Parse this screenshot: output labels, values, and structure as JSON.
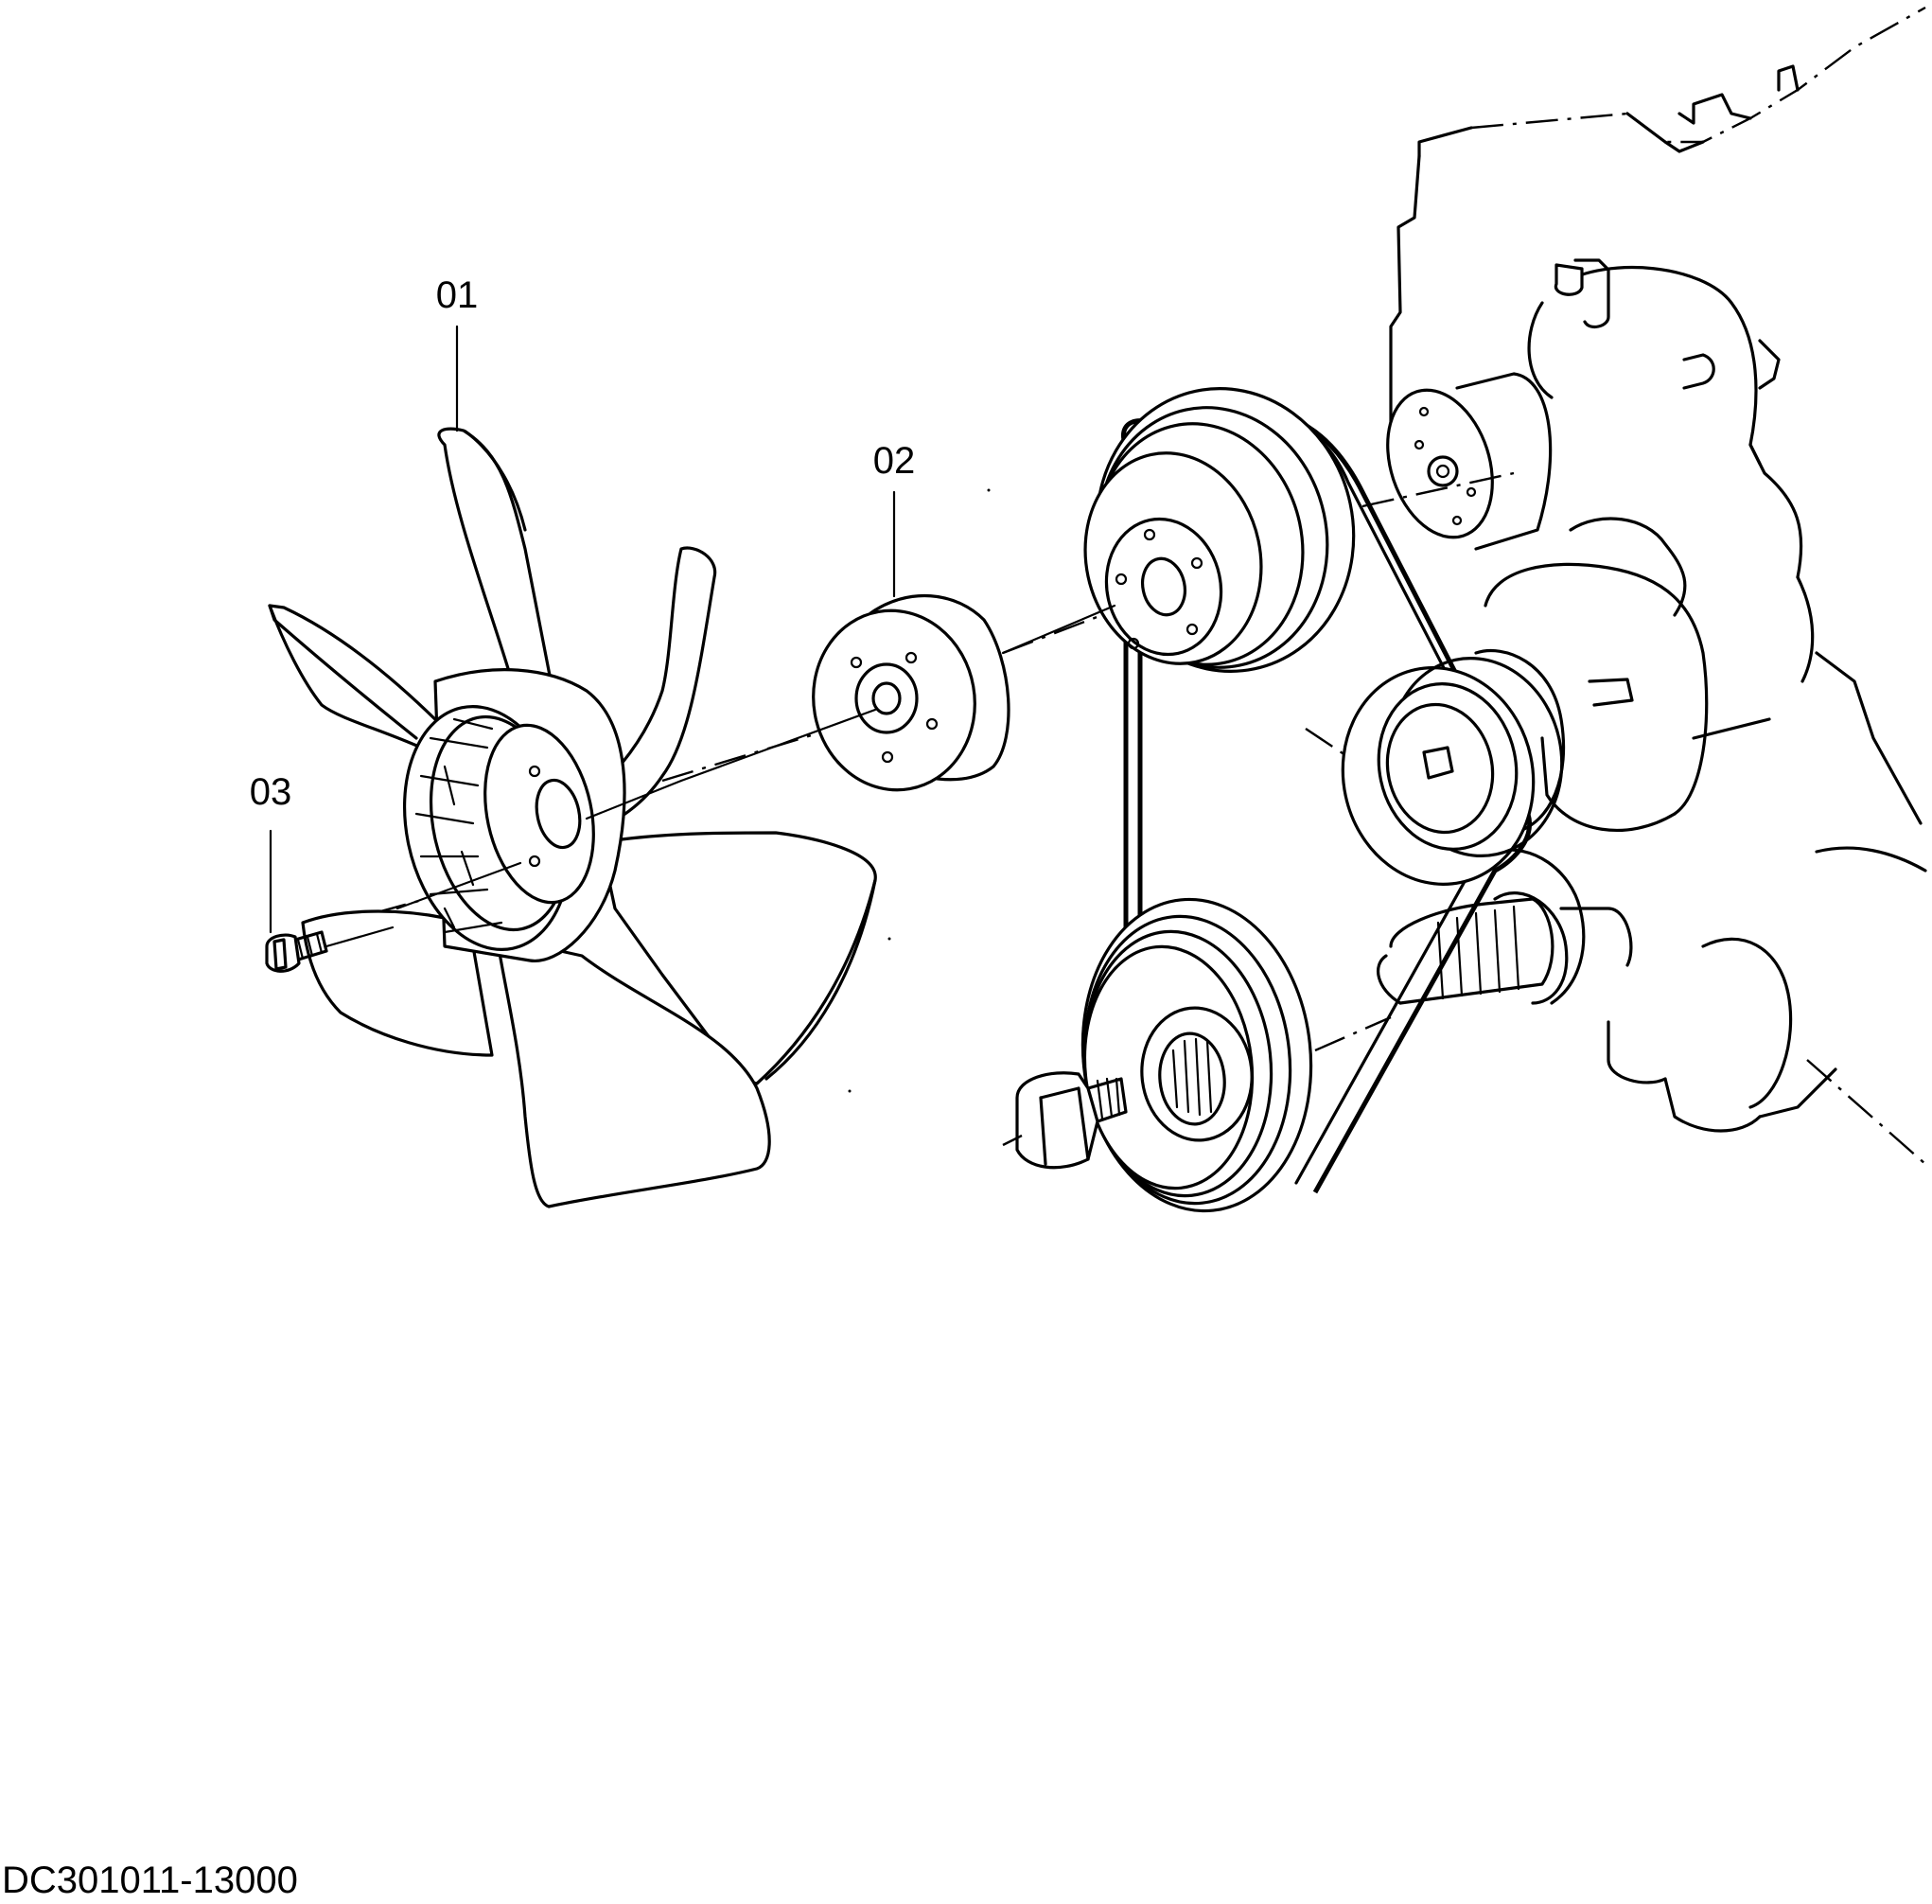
{
  "callouts": [
    {
      "id": "01",
      "label": "01"
    },
    {
      "id": "02",
      "label": "02"
    },
    {
      "id": "03",
      "label": "03"
    }
  ],
  "diagram_code": "DC301011-13000",
  "colors": {
    "line": "#000000",
    "background": "#ffffff"
  }
}
